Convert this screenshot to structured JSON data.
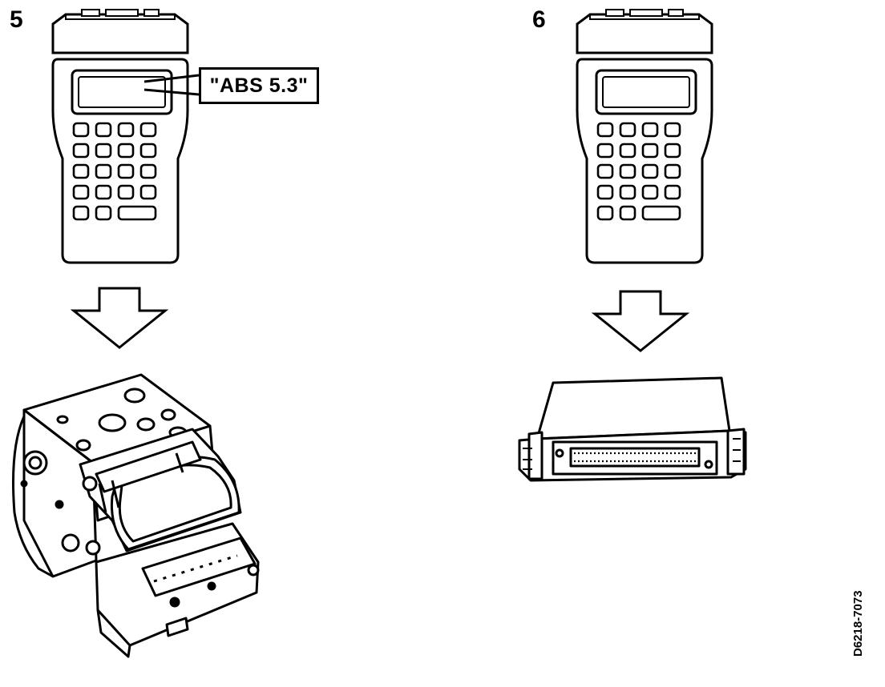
{
  "steps": {
    "first": "5",
    "second": "6"
  },
  "display_callout": "\"ABS 5.3\"",
  "figure_code": "D6218-7073",
  "icons": {
    "tester": "handheld-tester-icon",
    "arrow": "down-arrow-icon",
    "hydraulic_unit": "abs-hydraulic-modulator-icon",
    "control_module": "abs-control-module-icon"
  }
}
